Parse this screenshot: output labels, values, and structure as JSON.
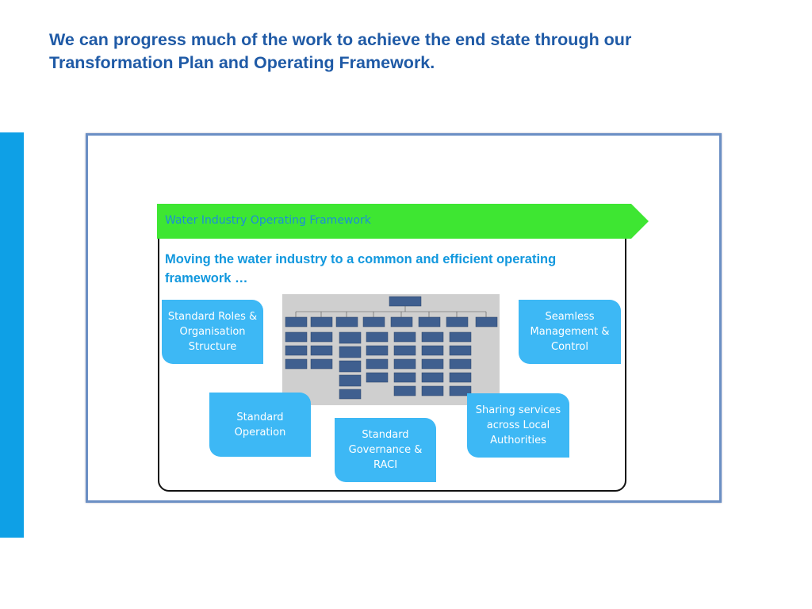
{
  "slide": {
    "title": "We can progress much of the work to achieve the end state through our Transformation Plan and Operating Framework."
  },
  "framework": {
    "banner": "Water Industry Operating Framework",
    "subtitle": "Moving the water industry to a common and efficient operating framework …"
  },
  "cards": {
    "roles": "Standard Roles & Organisation Structure",
    "seamless": "Seamless Management & Control",
    "operation": "Standard Operation",
    "governance": "Standard Governance & RACI",
    "sharing": "Sharing services across Local Authorities"
  },
  "colors": {
    "title": "#1f5aa6",
    "accent_bar": "#0ea0e6",
    "banner": "#3ee632",
    "card": "#3db8f5",
    "subtitle": "#1298de"
  }
}
